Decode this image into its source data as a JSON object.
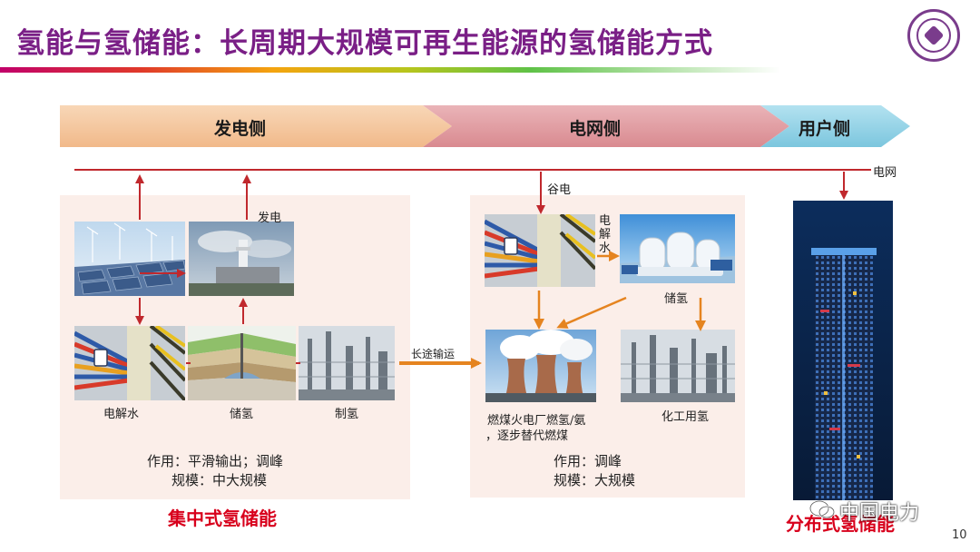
{
  "title": "氢能与氢储能：长周期大规模可再生能源的氢储能方式",
  "stages": [
    "发电侧",
    "电网侧",
    "用户侧"
  ],
  "grid_label": "电网",
  "valley_label": "谷电",
  "generation_label": "发电",
  "transport_label": "长途输运",
  "central": {
    "electrolysis": "电解水",
    "storage": "储氢",
    "production": "制氢",
    "function": "作用：平滑输出；调峰",
    "scale": "规模：中大规模",
    "name": "集中式氢储能"
  },
  "gridside": {
    "electrolysis_vertical": [
      "电",
      "解",
      "水"
    ],
    "storage": "储氢",
    "coal_line1": "燃煤火电厂燃氢/氨",
    "coal_line2": "，逐步替代燃煤",
    "chemical": "化工用氢",
    "function": "作用：调峰",
    "scale": "规模：大规模"
  },
  "distributed_name": "分布式氢储能",
  "watermark": "中国电力",
  "page_number": "10",
  "colors": {
    "title": "#7a1f86",
    "red_arrow": "#c0282d",
    "orange_arrow": "#e58420",
    "footer_red": "#d8001c",
    "panel_bg": "#fbeee9",
    "stage_gen": "#f5c8a2",
    "stage_grid": "#df9ca1",
    "stage_user": "#8fd1e6"
  }
}
